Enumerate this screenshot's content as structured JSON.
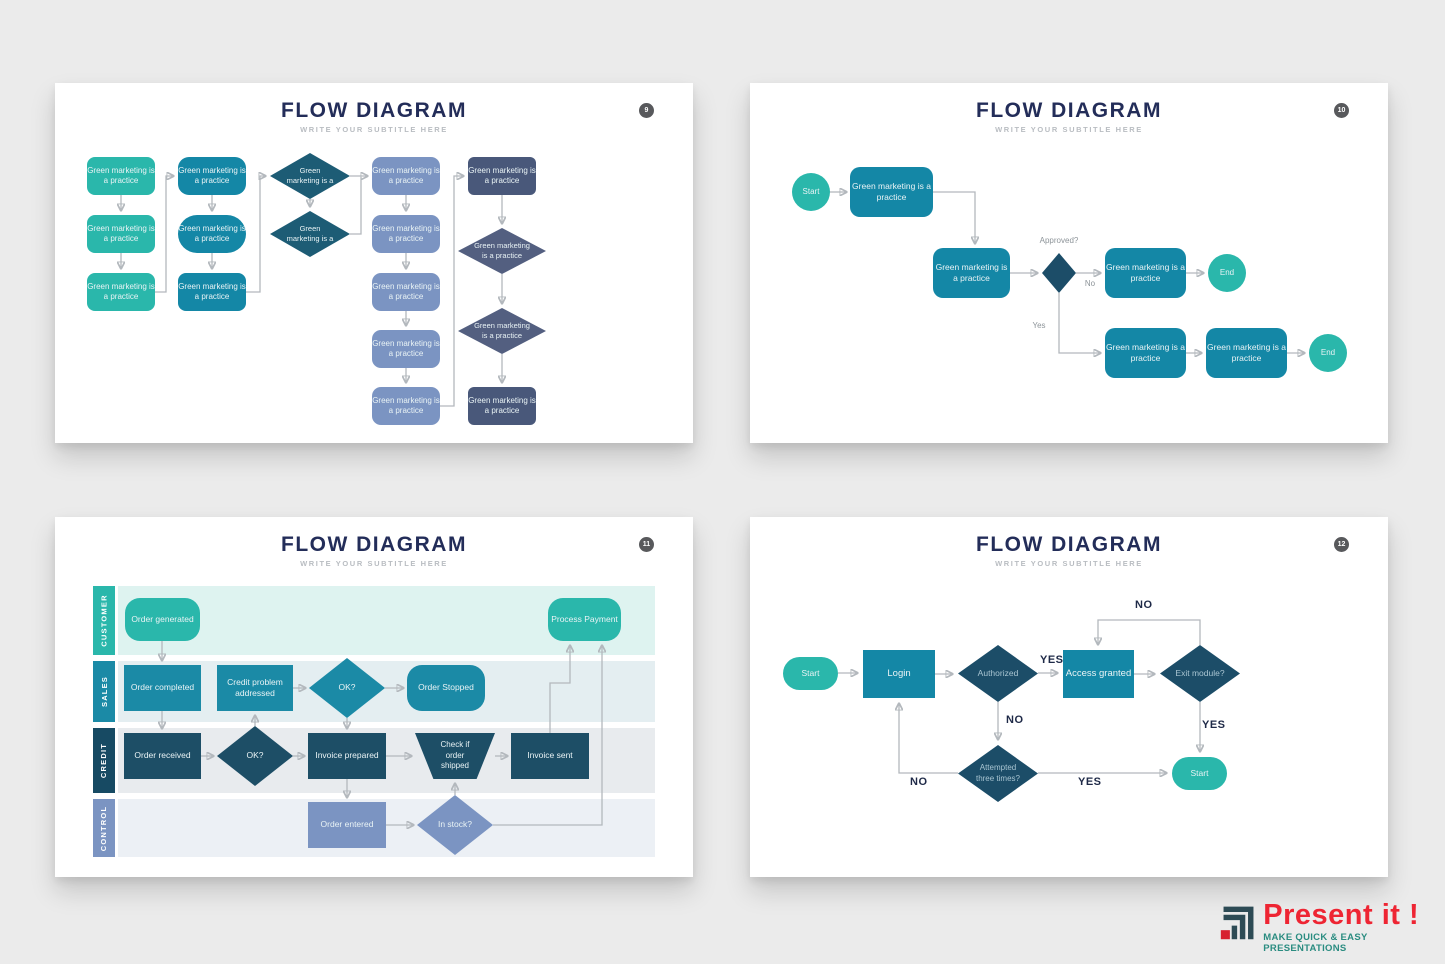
{
  "page": {
    "background": "#ebebeb"
  },
  "logo": {
    "brand": "Present it !",
    "tagline": "MAKE QUICK & EASY PRESENTATIONS",
    "brand_color": "#ee2533",
    "tagline_color": "#2a8c80",
    "mark_color": "#2d4b55",
    "mark_accent": "#d7202f"
  },
  "colors": {
    "card_background": "#ffffff",
    "title": "#232d59",
    "subtitle": "#b9bdc2",
    "badge": "#58595c",
    "wire": "#b3b8bd",
    "teal_bright": "#2ab7ab",
    "teal": "#1487a6",
    "teal_sales": "#1b8aa6",
    "teal_dark_diamond": "#1d5c75",
    "slate_blue": "#7b94c2",
    "steel_navy_box": "#49587a",
    "steel_navy_diamond": "#535f80",
    "dark_navy_diamond": "#1c4d68",
    "label_gray": "#8d9499",
    "label_navy": "#1e2947"
  },
  "slides": [
    {
      "number": "9",
      "title": "FLOW DIAGRAM",
      "subtitle": "WRITE YOUR SUBTITLE HERE",
      "box_label": "Green marketing is a practice",
      "diamond_label": "Green marketing is a"
    },
    {
      "number": "10",
      "title": "FLOW DIAGRAM",
      "subtitle": "WRITE YOUR SUBTITLE HERE",
      "start": "Start",
      "end": "End",
      "box_label": "Green marketing is a practice",
      "decision": "Approved?",
      "no": "No",
      "yes": "Yes"
    },
    {
      "number": "11",
      "title": "FLOW DIAGRAM",
      "subtitle": "WRITE YOUR SUBTITLE HERE",
      "lanes": [
        "CUSTOMER",
        "SALES",
        "CREDIT",
        "CONTROL"
      ],
      "nodes": {
        "order_generated": "Order generated",
        "process_payment": "Process Payment",
        "order_completed": "Order completed",
        "credit_problem": "Credit problem addressed",
        "ok_sales": "OK?",
        "order_stopped": "Order Stopped",
        "order_received": "Order received",
        "ok_credit": "OK?",
        "invoice_prepared": "Invoice prepared",
        "check_shipped": "Check if order shipped",
        "invoice_sent": "Invoice sent",
        "order_entered": "Order entered",
        "in_stock": "In stock?"
      }
    },
    {
      "number": "12",
      "title": "FLOW DIAGRAM",
      "subtitle": "WRITE YOUR SUBTITLE HERE",
      "nodes": {
        "start": "Start",
        "login": "Login",
        "authorized": "Authorized",
        "access_granted": "Access granted",
        "exit_module": "Exit module?",
        "attempted": "Attempted three times?",
        "start_end": "Start"
      },
      "yes": "YES",
      "no": "NO"
    }
  ]
}
